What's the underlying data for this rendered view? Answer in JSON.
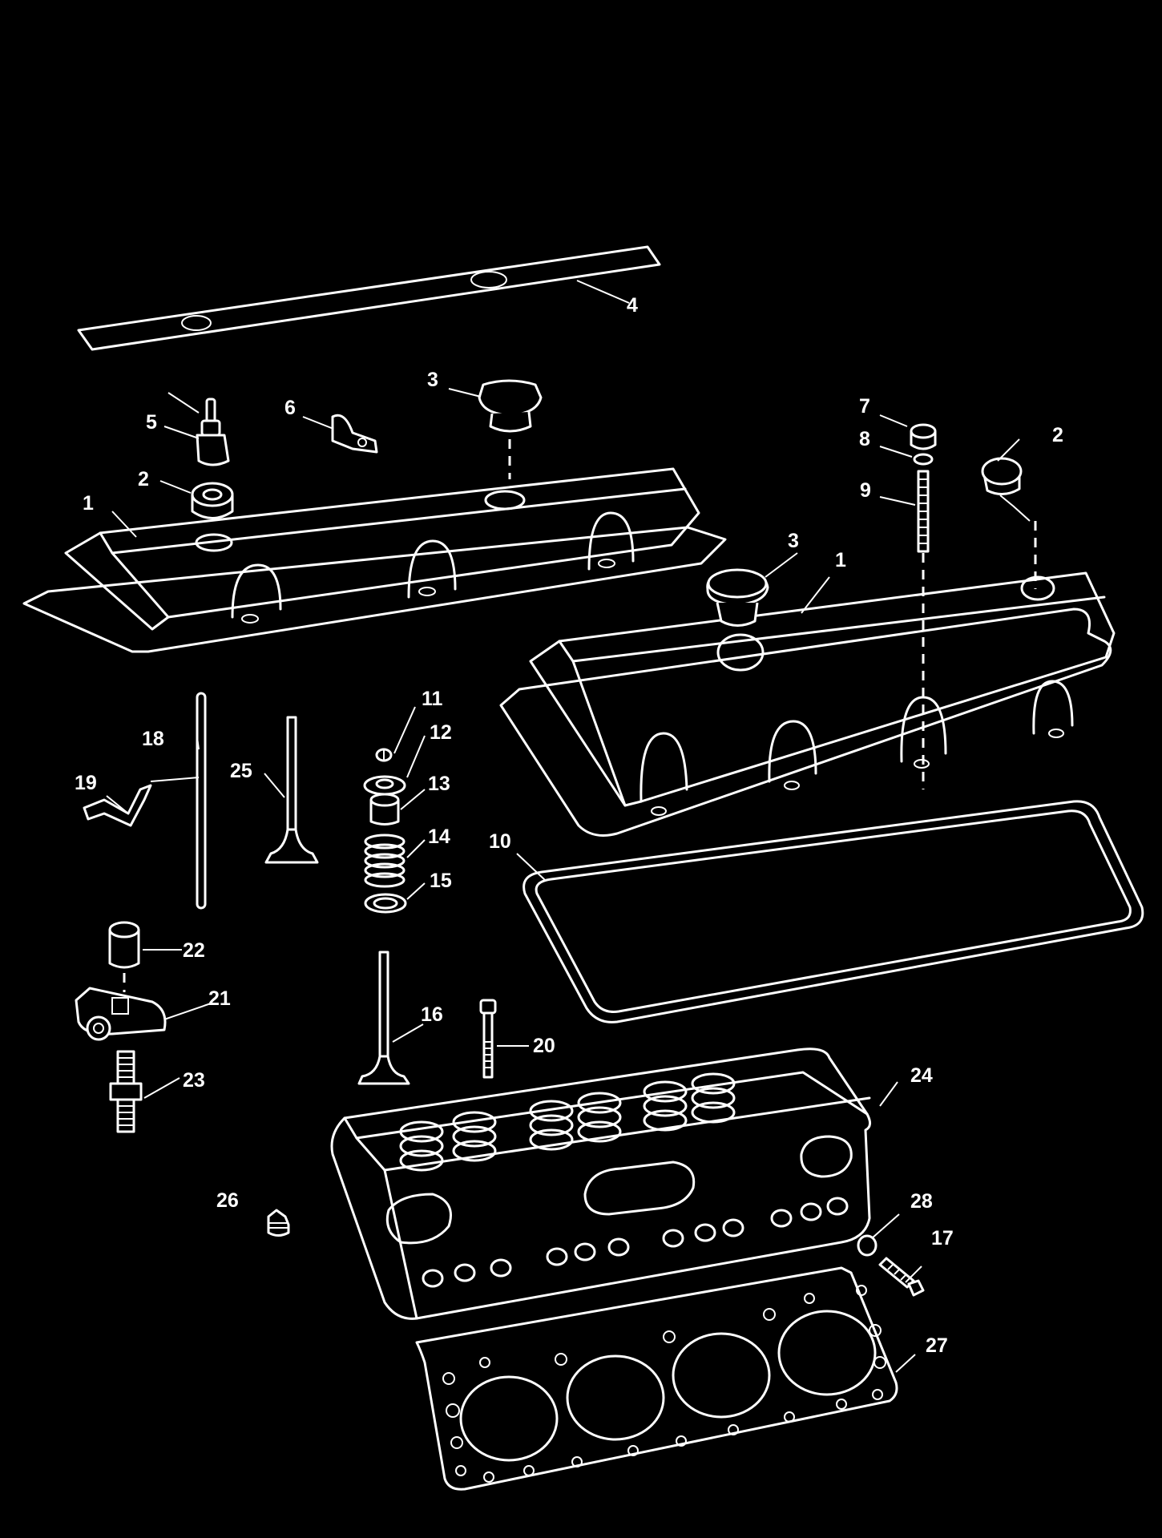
{
  "colors": {
    "background": "#000000",
    "line": "#ffffff"
  },
  "callouts": {
    "c1a": "1",
    "c1b": "1",
    "c2a": "2",
    "c2b": "2",
    "c3a": "3",
    "c3b": "3",
    "c4": "4",
    "c5": "5",
    "c6": "6",
    "c7": "7",
    "c8": "8",
    "c9": "9",
    "c10": "10",
    "c11": "11",
    "c12": "12",
    "c13": "13",
    "c14": "14",
    "c15": "15",
    "c16": "16",
    "c17": "17",
    "c18": "18",
    "c19": "19",
    "c20": "20",
    "c21": "21",
    "c22": "22",
    "c23": "23",
    "c24": "24",
    "c25": "25",
    "c26": "26",
    "c27": "27",
    "c28": "28"
  }
}
